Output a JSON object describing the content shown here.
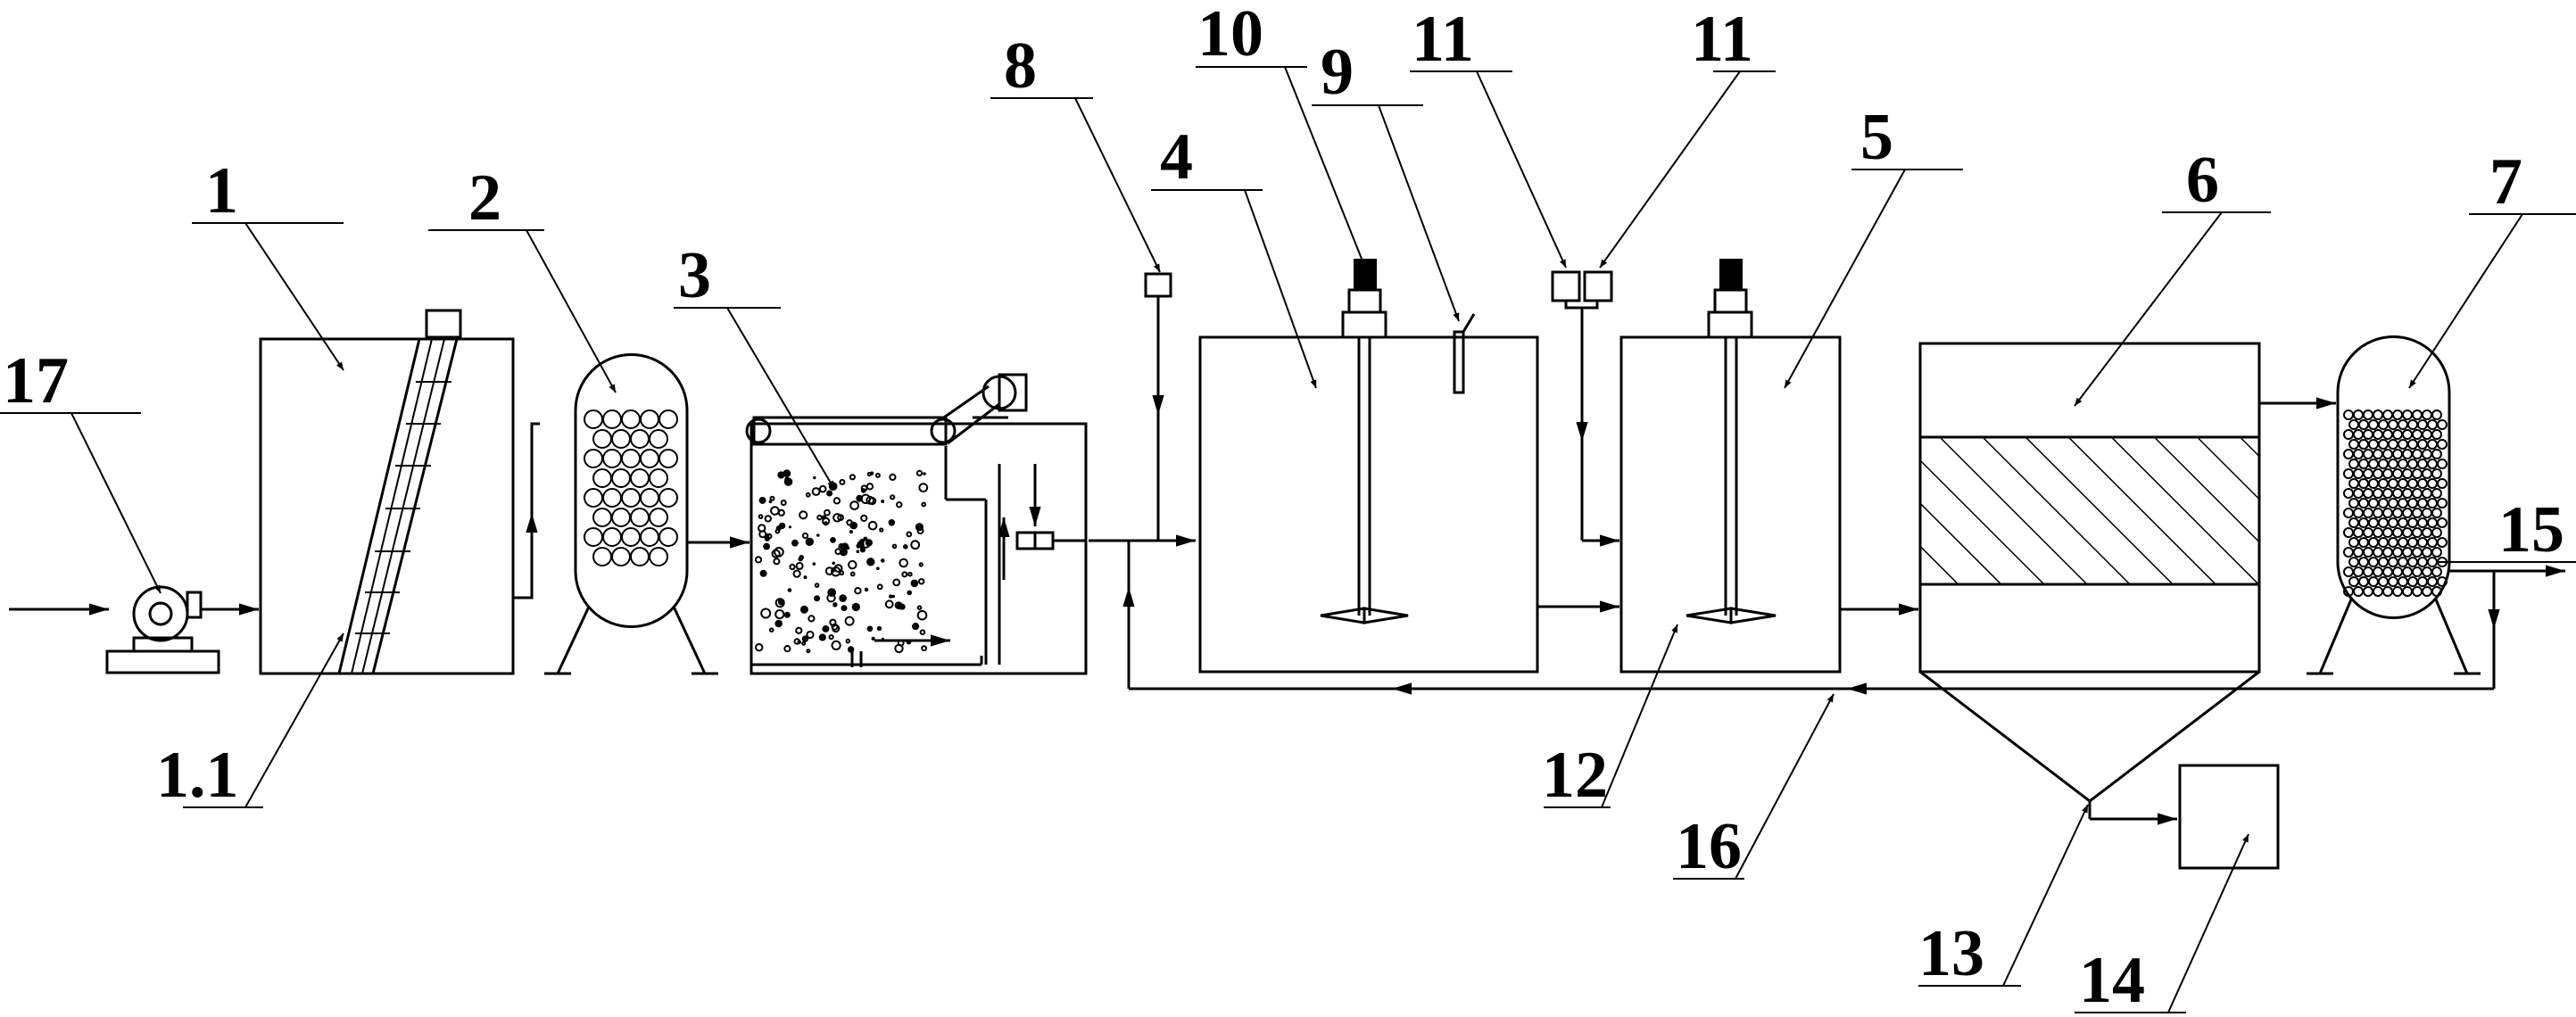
{
  "labels": {
    "l1": "1",
    "l1_1": "1.1",
    "l2": "2",
    "l3": "3",
    "l4": "4",
    "l5": "5",
    "l6": "6",
    "l7": "7",
    "l8": "8",
    "l9": "9",
    "l10": "10",
    "l11a": "11",
    "l11b": "11",
    "l12": "12",
    "l13": "13",
    "l14": "14",
    "l15": "15",
    "l16": "16",
    "l17": "17"
  }
}
